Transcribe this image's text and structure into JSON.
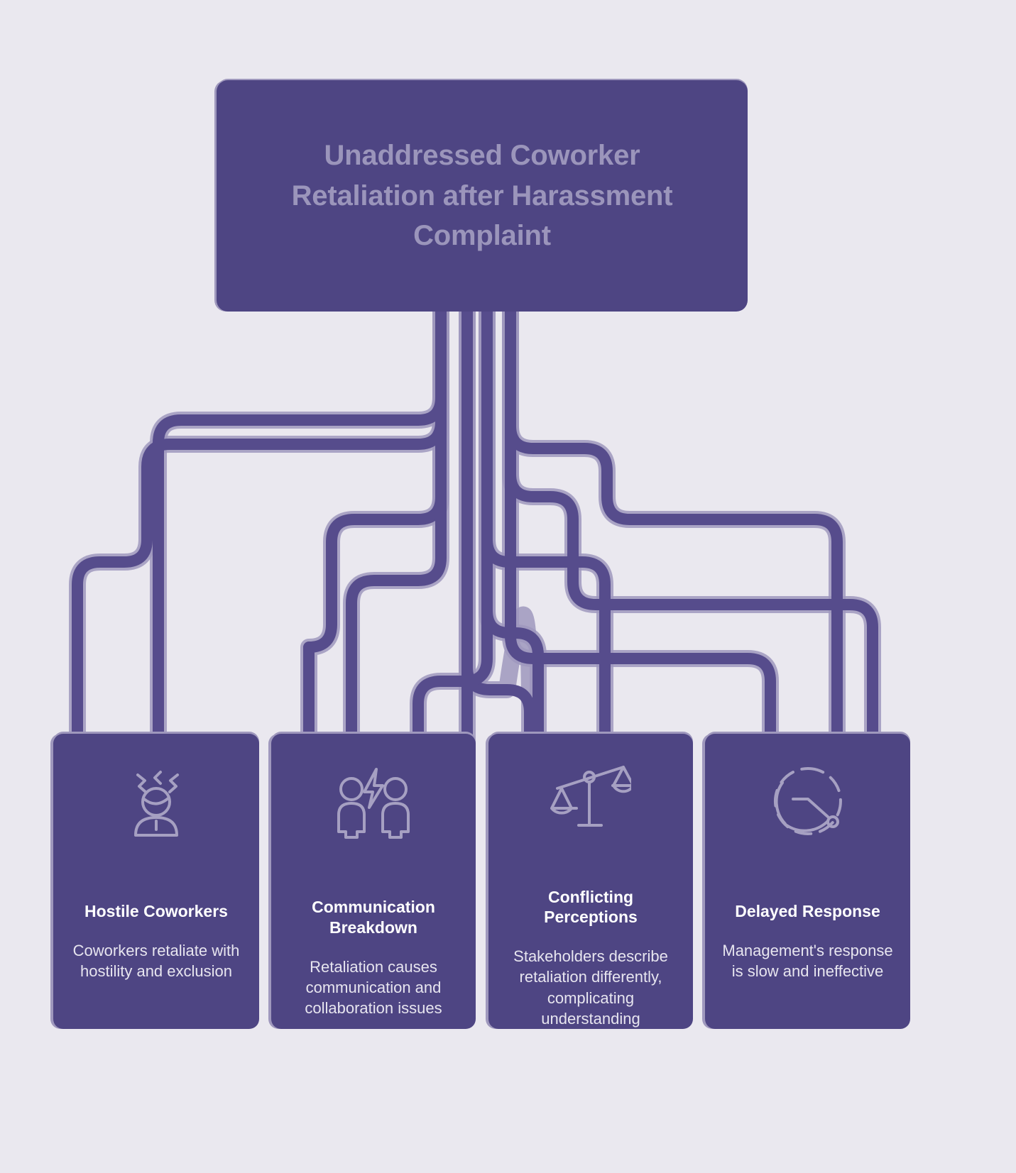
{
  "diagram": {
    "type": "root-cause-tree",
    "background_color": "#eae8ef",
    "node_color": "#4e4583",
    "connector_color": "#564c8c",
    "connector_halo_color": "#9f98bd",
    "root": {
      "title": "Unaddressed Coworker Retaliation after Harassment Complaint",
      "title_color": "#9b95bb"
    },
    "branches": [
      {
        "id": "hostile-coworkers",
        "icon": "angry-person-icon",
        "title": "Hostile Coworkers",
        "description": "Coworkers retaliate with hostility and exclusion"
      },
      {
        "id": "communication-breakdown",
        "icon": "two-people-conflict-icon",
        "title": "Communication Breakdown",
        "description": "Retaliation causes communication and collaboration issues"
      },
      {
        "id": "conflicting-perceptions",
        "icon": "unbalanced-scales-icon",
        "title": "Conflicting Perceptions",
        "description": "Stakeholders describe retaliation differently, complicating understanding"
      },
      {
        "id": "delayed-response",
        "icon": "clock-delay-icon",
        "title": "Delayed Response",
        "description": "Management's response is slow and ineffective"
      }
    ]
  }
}
